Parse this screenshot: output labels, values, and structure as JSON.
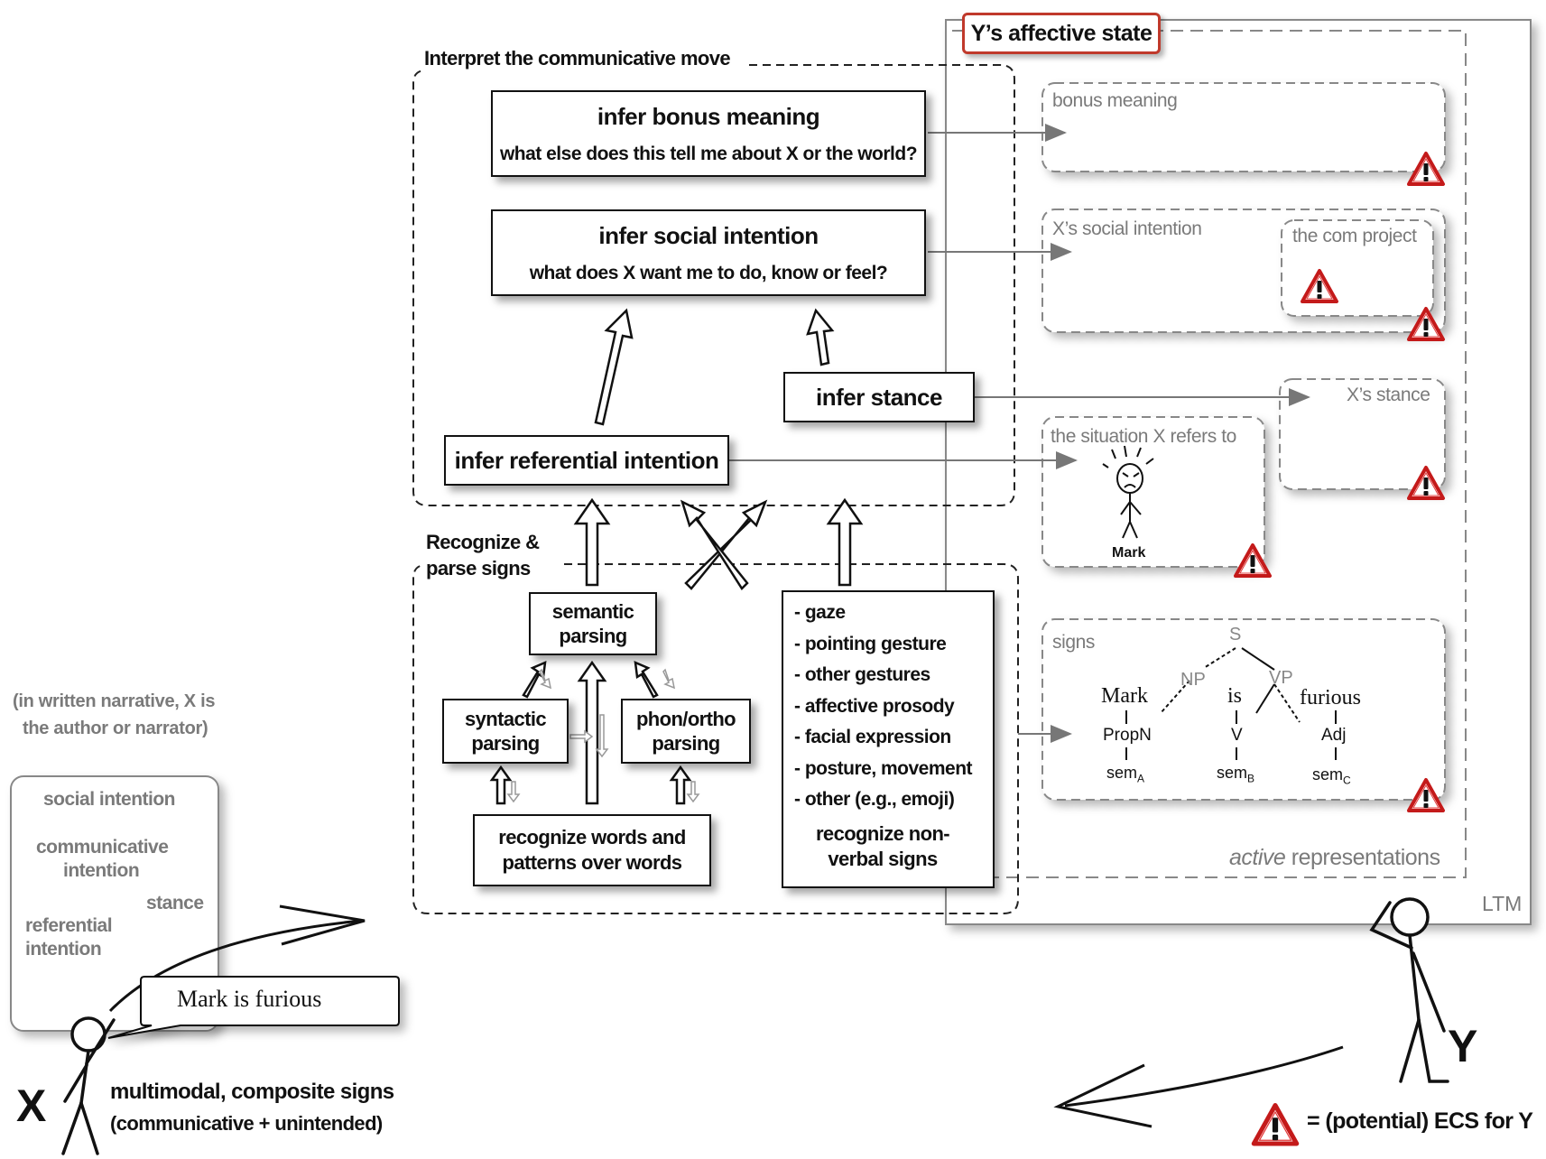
{
  "sections": {
    "interpret_label": "Interpret the communicative move",
    "recognize_label_line1": "Recognize &",
    "recognize_label_line2": "parse signs"
  },
  "interpret_boxes": {
    "bonus": {
      "title": "infer bonus meaning",
      "sub": "what else does this tell me about X or the world?"
    },
    "social": {
      "title": "infer social intention",
      "sub": "what does X want me to do, know or feel?"
    },
    "stance": {
      "title": "infer stance"
    },
    "referential": {
      "title": "infer referential intention"
    }
  },
  "parse_boxes": {
    "semantic": {
      "line1": "semantic",
      "line2": "parsing"
    },
    "syntactic": {
      "line1": "syntactic",
      "line2": "parsing"
    },
    "phon": {
      "line1": "phon/ortho",
      "line2": "parsing"
    },
    "words": {
      "line1": "recognize words and",
      "line2": "patterns over words"
    },
    "nonverbal_list": [
      "- gaze",
      "- pointing gesture",
      "- other gestures",
      "- affective prosody",
      "- facial expression",
      "- posture, movement",
      "- other (e.g., emoji)"
    ],
    "nonverbal_footer_line1": "recognize non-",
    "nonverbal_footer_line2": "verbal signs"
  },
  "y_panel": {
    "title": "Y’s affective state",
    "ltm_label": "LTM",
    "active_label_italic": "active",
    "active_label_rest": " representations",
    "bonus_meaning": "bonus meaning",
    "social_intention": "X’s social intention",
    "com_project": "the com project",
    "stance": "X’s stance",
    "situation": "the situation X refers to",
    "mark_figure_label": "Mark",
    "signs": "signs"
  },
  "parse_tree": {
    "root": "S",
    "np": "NP",
    "vp": "VP",
    "words": [
      "Mark",
      "is",
      "furious"
    ],
    "pos": [
      "PropN",
      "V",
      "Adj"
    ],
    "sem_base": "sem",
    "sem_subs": [
      "A",
      "B",
      "C"
    ]
  },
  "speaker_x": {
    "note_line1": "(in written narrative, X is",
    "note_line2": "the author or narrator)",
    "thought_items": [
      "social intention",
      "communicative",
      "intention",
      "stance",
      "referential",
      "intention"
    ],
    "speech": "Mark is furious",
    "label": "X",
    "signs_line1": "multimodal, composite signs",
    "signs_line2": "(communicative + unintended)"
  },
  "listener_y": {
    "label": "Y",
    "legend": "= (potential) ECS for Y"
  },
  "colors": {
    "warning_red": "#d61f1f",
    "title_border": "#c0392b",
    "grey_text": "#7a7a7a",
    "grey_dash": "#8a8a8a"
  },
  "icons": [
    "warning-icon",
    "up-arrow-icon",
    "stick-figure-icon"
  ]
}
